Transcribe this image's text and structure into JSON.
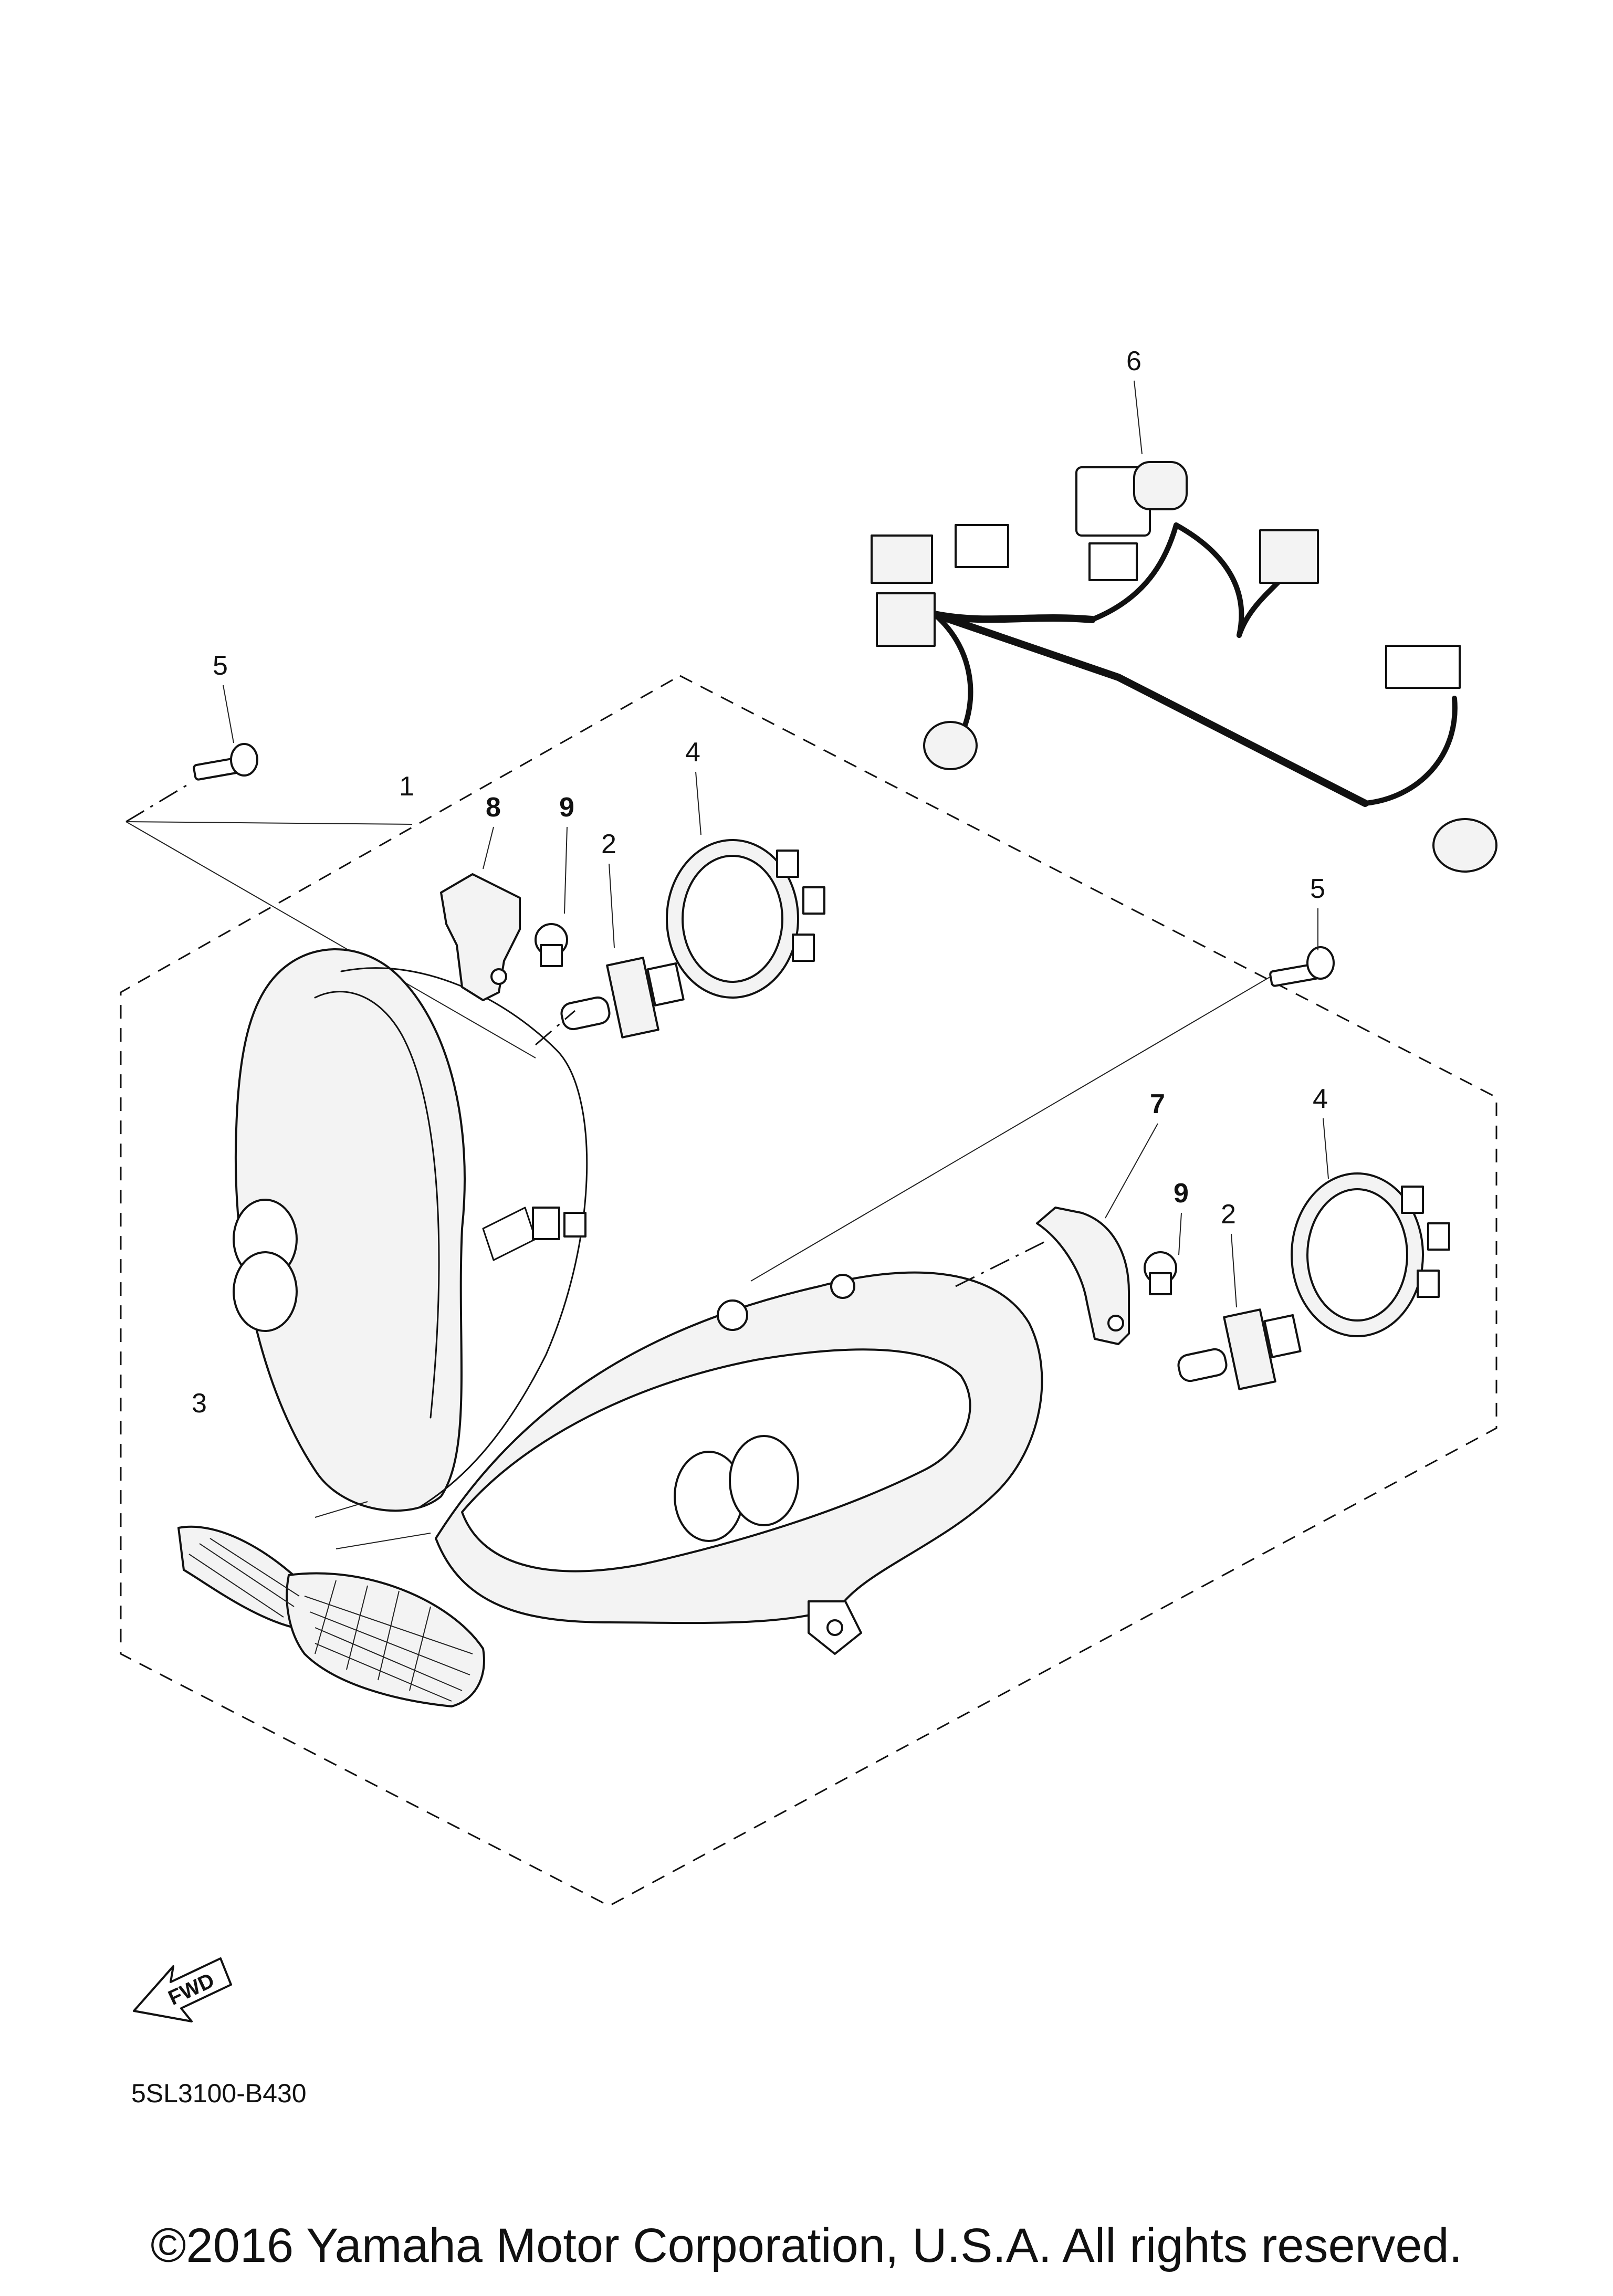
{
  "callouts": {
    "c1": "1",
    "c2a": "2",
    "c2b": "2",
    "c3": "3",
    "c4a": "4",
    "c4b": "4",
    "c5a": "5",
    "c5b": "5",
    "c6": "6",
    "c7": "7",
    "c8": "8",
    "c9a": "9",
    "c9b": "9"
  },
  "fwd_label": "FWD",
  "diagram_code": "5SL3100-B430",
  "copyright": "©2016 Yamaha Motor Corporation, U.S.A. All rights reserved."
}
